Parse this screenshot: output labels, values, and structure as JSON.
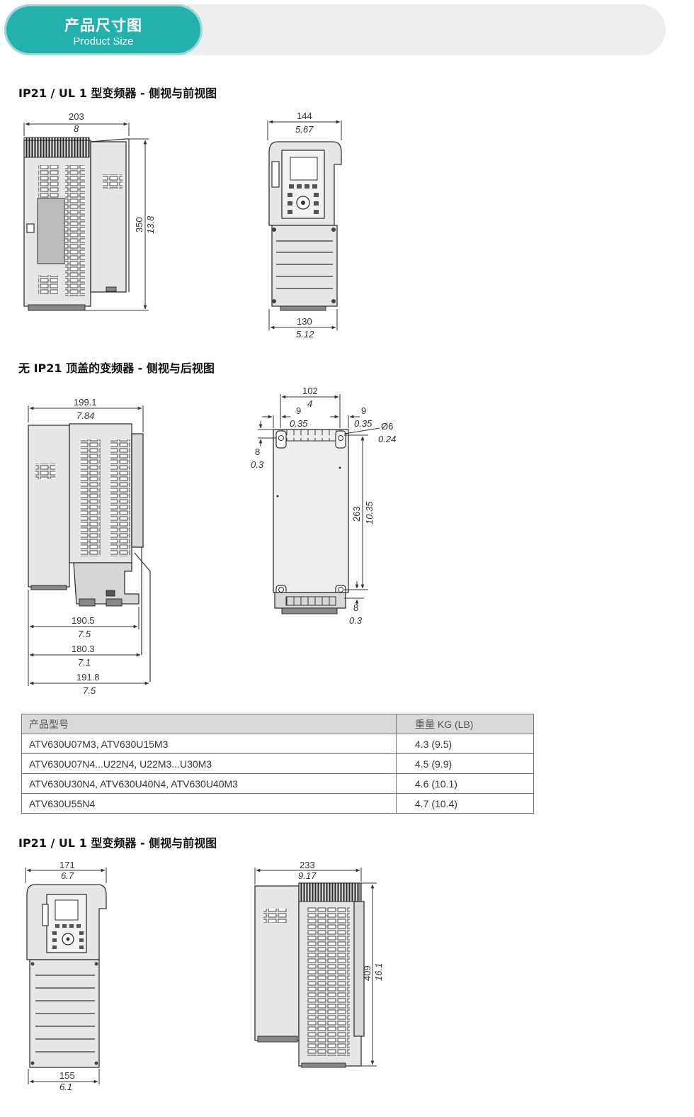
{
  "banner": {
    "title_cn": "产品尺寸图",
    "title_en": "Product Size"
  },
  "sections": [
    {
      "title": "IP21 / UL 1 型变频器 - 侧视与前视图"
    },
    {
      "title": "无 IP21 顶盖的变频器 - 侧视与后视图"
    },
    {
      "title": "IP21 / UL 1 型变频器 - 侧视与前视图"
    }
  ],
  "dims": {
    "s1_side_w": "203",
    "s1_side_w_in": "8",
    "s1_side_h": "350",
    "s1_side_h_in": "13.8",
    "s1_front_w": "144",
    "s1_front_w_in": "5.67",
    "s1_front_bw": "130",
    "s1_front_bw_in": "5.12",
    "s2_side_w": "199.1",
    "s2_side_w_in": "7.84",
    "s2_d1": "190.5",
    "s2_d1_in": "7.5",
    "s2_d2": "180.3",
    "s2_d2_in": "7.1",
    "s2_d3": "191.8",
    "s2_d3_in": "7.5",
    "s2_back_w": "102",
    "s2_back_w_in": "4",
    "s2_off_l": "9",
    "s2_off_l_in": "0.35",
    "s2_off_r": "9",
    "s2_off_r_in": "0.35",
    "s2_hole": "Ø6",
    "s2_hole_in": "0.24",
    "s2_top": "8",
    "s2_top_in": "0.3",
    "s2_h": "263",
    "s2_h_in": "10.35",
    "s2_bot": "8",
    "s2_bot_in": "0.3",
    "s3_front_w": "171",
    "s3_front_w_in": "6.7",
    "s3_front_bw": "155",
    "s3_front_bw_in": "6.1",
    "s3_side_w": "233",
    "s3_side_w_in": "9.17",
    "s3_side_h": "409",
    "s3_side_h_in": "16.1"
  },
  "table": {
    "headers": [
      "产品型号",
      "重量 KG (LB)"
    ],
    "rows": [
      [
        "ATV630U07M3, ATV630U15M3",
        "4.3 (9.5)"
      ],
      [
        "ATV630U07N4...U22N4, U22M3...U30M3",
        "4.5 (9.9)"
      ],
      [
        "ATV630U30N4, ATV630U40N4, ATV630U40M3",
        "4.6 (10.1)"
      ],
      [
        "ATV630U55N4",
        "4.7 (10.4)"
      ]
    ]
  }
}
